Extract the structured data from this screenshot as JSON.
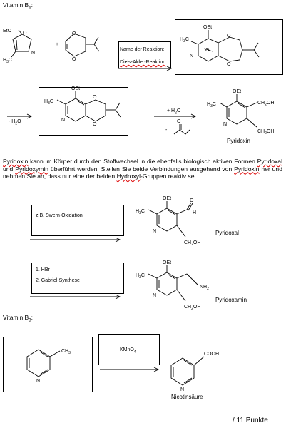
{
  "section_b6": {
    "title": "Vitamin B",
    "sub": "6",
    "colon": ":"
  },
  "scheme1": {
    "plus": "+",
    "reaction_box_line1": "Name der Reaktion:",
    "reaction_box_line2": "Diels-Alder-Reaktion",
    "oxazole_oet": "EtO",
    "oxazole_ch3": "H",
    "adduct_oet": "OEt"
  },
  "scheme2": {
    "minus_water": "- H",
    "plus_water": "+ H",
    "minus_label": "-",
    "product_label": "Pyridoxin",
    "ch2oh": "CH",
    "oet": "OEt"
  },
  "paragraph": {
    "w1": "Pyridoxin",
    "t1": " kann im Körper durch den Stoffwechsel in die ebenfalls biologisch aktiven Formen ",
    "w2": "Pyridoxal",
    "t2": " und ",
    "w3": "Pyridoxymin",
    "t3": " überführt werden. Stellen Sie beide Verbindungen ausgehend von ",
    "w4": "Pyridoxin",
    "t4": " her und nehmen Sie an, dass nur eine der beiden ",
    "w5": "Hydroxyl",
    "t5": "-Gruppen reaktiv sei."
  },
  "scheme3": {
    "reagent": "z.B. Swern-Oxidation",
    "product_label": "Pyridoxal"
  },
  "scheme4": {
    "reagent1": "1. HBr",
    "reagent2": "2. Gabriel-Synthese",
    "product_label": "Pyridoxamin"
  },
  "section_b3": {
    "title": "Vitamin B",
    "sub": "3",
    "colon": ":"
  },
  "scheme5": {
    "reagent": "KMnO",
    "reagent_sub": "4",
    "product_label": "Nicotinsäure",
    "cooh": "COOH"
  },
  "score": "/ 11 Punkte"
}
